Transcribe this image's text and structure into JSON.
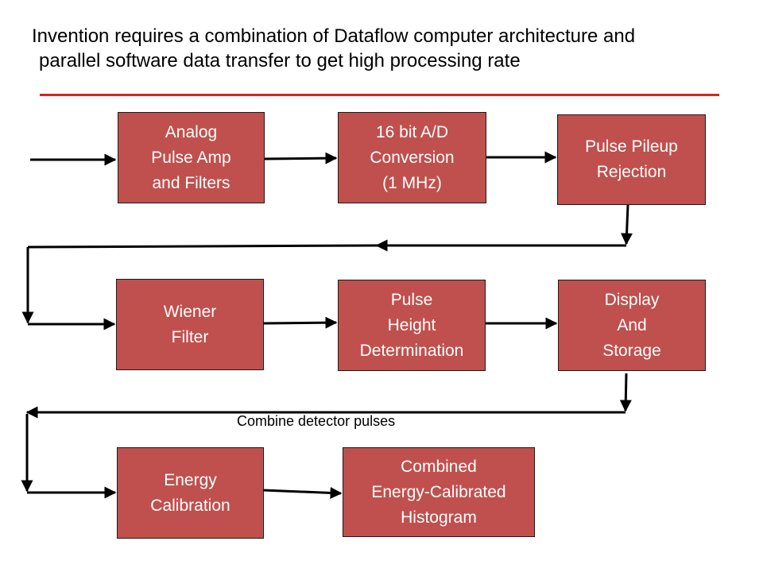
{
  "header": {
    "line1": "Invention requires a combination of Dataflow computer architecture and",
    "line2": "parallel software data transfer to get high processing rate"
  },
  "blocks": {
    "analog": [
      "Analog",
      "Pulse Amp",
      "and Filters"
    ],
    "adc": [
      "16 bit A/D",
      "Conversion",
      "(1 MHz)"
    ],
    "pileup": [
      "Pulse Pileup",
      "Rejection"
    ],
    "wiener": [
      "Wiener",
      "Filter"
    ],
    "height": [
      "Pulse",
      "Height",
      "Determination"
    ],
    "display": [
      "Display",
      "And",
      "Storage"
    ],
    "energy": [
      "Energy",
      "Calibration"
    ],
    "histogram": [
      "Combined",
      "Energy-Calibrated",
      "Histogram"
    ]
  },
  "caption": "Combine detector pulses",
  "colors": {
    "box_fill": "#c0504d",
    "rule": "#e02020"
  }
}
